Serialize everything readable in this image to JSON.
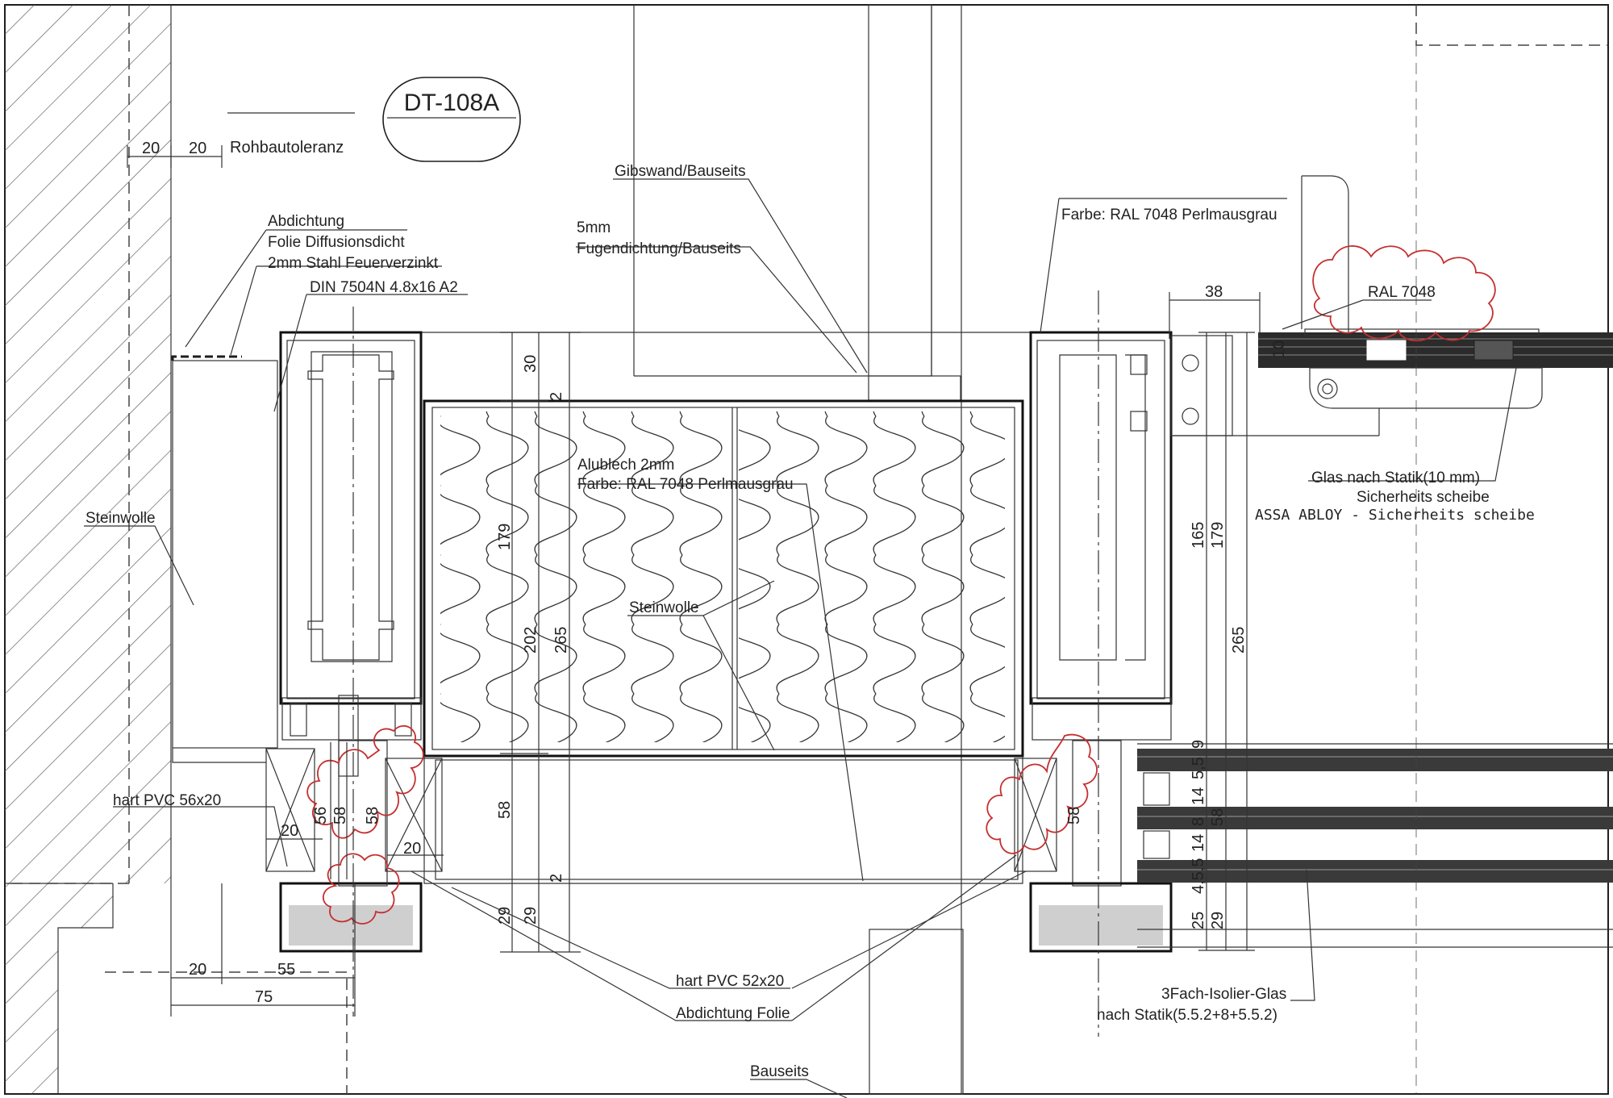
{
  "drawing": {
    "id_label": "DT-108A",
    "labels": {
      "rohbautoleranz": "Rohbautoleranz",
      "abdichtung": "Abdichtung",
      "folie": "Folie Diffusionsdicht",
      "stahl": "2mm Stahl Feuerverzinkt",
      "din": "DIN 7504N 4.8x16 A2",
      "steinwolle_left": "Steinwolle",
      "steinwolle_center": "Steinwolle",
      "gibswand": "Gibswand/Bauseits",
      "fuge_1": "5mm",
      "fuge_2": "Fugendichtung/Bauseits",
      "alublech_1": "Alublech 2mm",
      "alublech_2": "Farbe: RAL 7048 Perlmausgrau",
      "farbe_top": "Farbe: RAL 7048 Perlmausgrau",
      "ral": "RAL 7048",
      "glas": "Glas nach Statik(10 mm)",
      "sicherheit": "Sicherheits scheibe",
      "assa": "ASSA ABLOY - Sicherheits scheibe",
      "hart_pvc_56": "hart PVC 56x20",
      "hart_pvc_52": "hart PVC 52x20",
      "abdichtung_folie": "Abdichtung Folie",
      "isolierglas_1": "3Fach-Isolier-Glas",
      "isolierglas_2": "nach Statik(5.5.2+8+5.5.2)",
      "bauseits": "Bauseits"
    },
    "dims": {
      "d20a": "20",
      "d20b": "20",
      "d20c": "20",
      "d20d": "20",
      "d20e": "20",
      "d55": "55",
      "d75": "75",
      "d38": "38",
      "d10": "10",
      "d30": "30",
      "d2a": "2",
      "d2b": "2",
      "d179a": "179",
      "d179b": "179",
      "d202": "202",
      "d265a": "265",
      "d265b": "265",
      "d165": "165",
      "d58a": "58",
      "d58b": "58",
      "d58c": "58",
      "d58d": "58",
      "d58e": "58",
      "d56": "56",
      "d29a": "29",
      "d29b": "29",
      "d29c": "29",
      "d25": "25",
      "d9": "9",
      "d55a": "5,5",
      "d14a": "14",
      "d8": "8",
      "d14b": "14",
      "d455": "4,5,5"
    }
  }
}
